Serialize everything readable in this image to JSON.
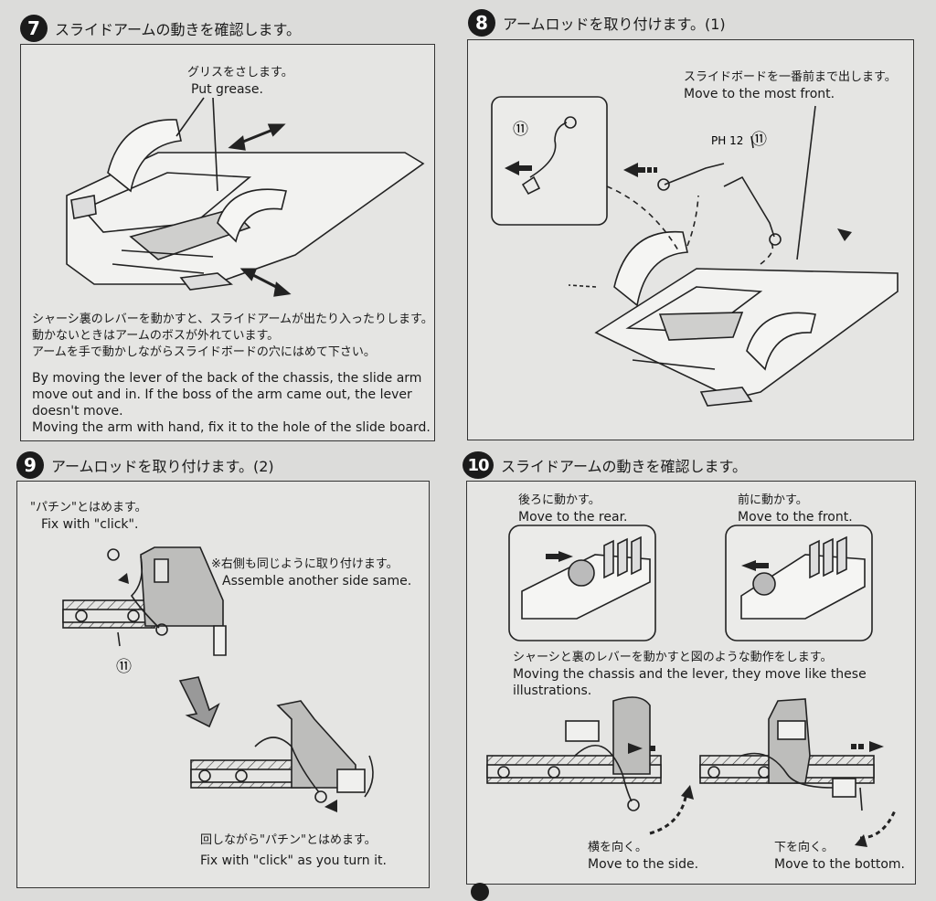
{
  "step7": {
    "number": "7",
    "title": "スライドアームの動きを確認します。",
    "callout_jp": "グリスをさします。",
    "callout_en": "Put grease.",
    "desc_jp": "シャーシ裏のレバーを動かすと、スライドアームが出たり入ったりします。\n動かないときはアームのボスが外れています。\nアームを手で動かしながらスライドボードの穴にはめて下さい。",
    "desc_en": "By moving the lever of the back of the chassis, the slide arm\nmove out and in. If the boss of the arm came out, the lever\ndoesn't move.\nMoving the arm with hand, fix it to the hole of the slide board."
  },
  "step8": {
    "number": "8",
    "title": "アームロッドを取り付けます。(1)",
    "callout_jp": "スライドボードを一番前まで出します。",
    "callout_en": "Move to the most front.",
    "part_ref": "⑪",
    "screw_ref": "PH 12"
  },
  "step9": {
    "number": "9",
    "title": "アームロッドを取り付けます。(2)",
    "click_jp": "\"パチン\"とはめます。",
    "click_en": "Fix with \"click\".",
    "note_jp": "※右側も同じように取り付けます。",
    "note_en": "Assemble another side same.",
    "part_ref": "⑪",
    "turn_jp": "回しながら\"パチン\"とはめます。",
    "turn_en": "Fix with \"click\" as you turn it."
  },
  "step10": {
    "number": "10",
    "title": "スライドアームの動きを確認します。",
    "rear_jp": "後ろに動かす。",
    "rear_en": "Move to the rear.",
    "front_jp": "前に動かす。",
    "front_en": "Move to the front.",
    "desc_jp": "シャーシと裏のレバーを動かすと図のような動作をします。",
    "desc_en": "Moving the chassis and the lever, they move like these\nillustrations.",
    "side_jp": "横を向く。",
    "side_en": "Move to the side.",
    "bottom_jp": "下を向く。",
    "bottom_en": "Move to the bottom."
  }
}
